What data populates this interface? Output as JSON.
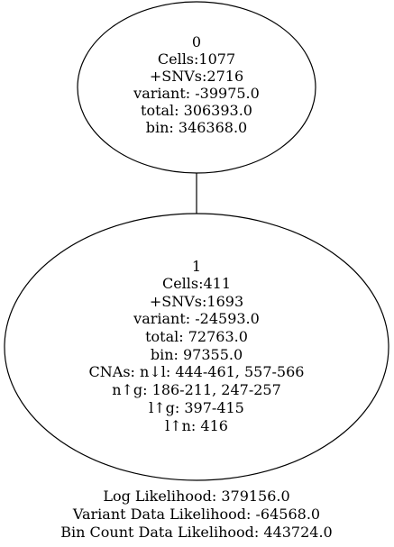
{
  "tree": {
    "nodes": [
      {
        "id": "0",
        "lines": [
          "0",
          "Cells:1077",
          "+SNVs:2716",
          "variant: -39975.0",
          "total: 306393.0",
          "bin: 346368.0"
        ]
      },
      {
        "id": "1",
        "lines": [
          "1",
          "Cells:411",
          "+SNVs:1693",
          "variant: -24593.0",
          "total: 72763.0",
          "bin: 97355.0",
          "CNAs: n↓l: 444-461, 557-566",
          "n↑g: 186-211, 247-257",
          "l↑g: 397-415",
          "l↑n: 416"
        ]
      }
    ],
    "edges": [
      {
        "from": "0",
        "to": "1"
      }
    ]
  },
  "footer": {
    "lines": [
      "Log Likelihood: 379156.0",
      "Variant Data Likelihood: -64568.0",
      "Bin Count Data Likelihood: 443724.0"
    ]
  }
}
